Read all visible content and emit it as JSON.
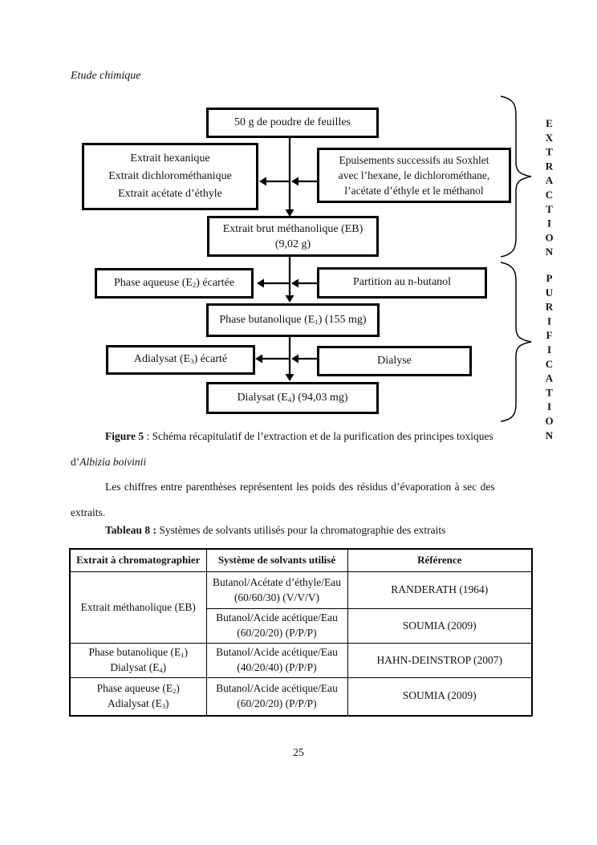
{
  "page": {
    "running_header": "Etude chimique",
    "page_number": "25"
  },
  "colors": {
    "ink": "#121212",
    "paper": "#ffffff"
  },
  "flowchart": {
    "boxes": {
      "poudre": "50 g de poudre de feuilles",
      "extraits_ecartes": [
        "Extrait hexanique",
        "Extrait dichlorométhanique",
        "Extrait acétate d’éthyle"
      ],
      "soxhlet": [
        "Epuisements successifs au Soxhlet",
        "avec l’hexane, le dichlorométhane,",
        "l’acétate d’éthyle et le méthanol"
      ],
      "extrait_brut": [
        "Extrait brut méthanolique (EB)",
        "(9,02 g)"
      ],
      "phase_aqueuse": "Phase aqueuse (E₂) écartée",
      "partition": "Partition au n-butanol",
      "phase_butanolique": "Phase butanolique (E₁) (155 mg)",
      "adialysat": "Adialysat (E₃) écarté",
      "dialyse": "Dialyse",
      "dialysat": "Dialysat (E₄) (94,03 mg)"
    },
    "side_labels": {
      "extraction": "EXTRACTION",
      "purification": "PURIFICATION"
    }
  },
  "figure_caption": {
    "bold": "Figure 5",
    "rest": " : Schéma récapitulatif de l’extraction et de la purification des principes toxiques",
    "line2_prefix": "d’",
    "line2_species": "Albizia boivinii"
  },
  "paragraph": {
    "line1": "Les chiffres entre parenthèses représentent les poids des résidus d’évaporation à sec des",
    "line2": "extraits."
  },
  "table": {
    "title_bold": "Tableau 8 :",
    "title_rest": " Systèmes de solvants utilisés pour la chromatographie des extraits",
    "headers": [
      "Extrait à chromatographier",
      "Système de solvants utilisé",
      "Référence"
    ],
    "merged_cell": "Extrait méthanolique (EB)",
    "rows": [
      {
        "c2": "Butanol/Acétate d’éthyle/Eau\n(60/60/30) (V/V/V)",
        "c3": "RANDERATH (1964)"
      },
      {
        "c2": "Butanol/Acide acétique/Eau\n(60/20/20) (P/P/P)",
        "c3": "SOUMIA (2009)"
      },
      {
        "c1": "Phase butanolique (E₁)\nDialysat (E₄)",
        "c2": "Butanol/Acide acétique/Eau\n(40/20/40) (P/P/P)",
        "c3": "HAHN-DEINSTROP (2007)"
      },
      {
        "c1": "Phase aqueuse (E₂)\nAdialysat (E₃)",
        "c2": "Butanol/Acide acétique/Eau\n(60/20/20) (P/P/P)",
        "c3": "SOUMIA (2009)"
      }
    ]
  }
}
